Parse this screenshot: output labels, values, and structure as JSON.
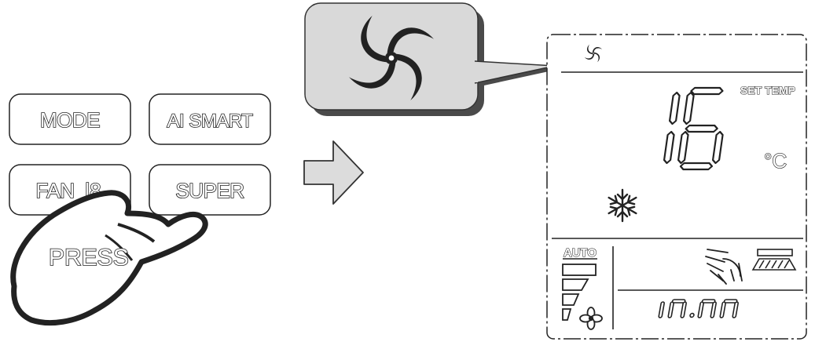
{
  "buttons": {
    "mode": "MODE",
    "ai_smart": "AI SMART",
    "fan": "FAN",
    "fan_icon": "|8",
    "super": "SUPER"
  },
  "hand_label": "PRESS",
  "display": {
    "set_temp_label": "SET TEMP",
    "temperature_unit": "°C",
    "fan_speed_label": "AUTO",
    "temperature_digits": "16",
    "time_digits": "10:00"
  },
  "icons": {
    "callout": "swirl-icon",
    "display_top": "swirl-icon",
    "mode": "snowflake-icon",
    "fan": "fan-icon",
    "louver": "swing-louver-icon",
    "flap": "flap-icon"
  }
}
